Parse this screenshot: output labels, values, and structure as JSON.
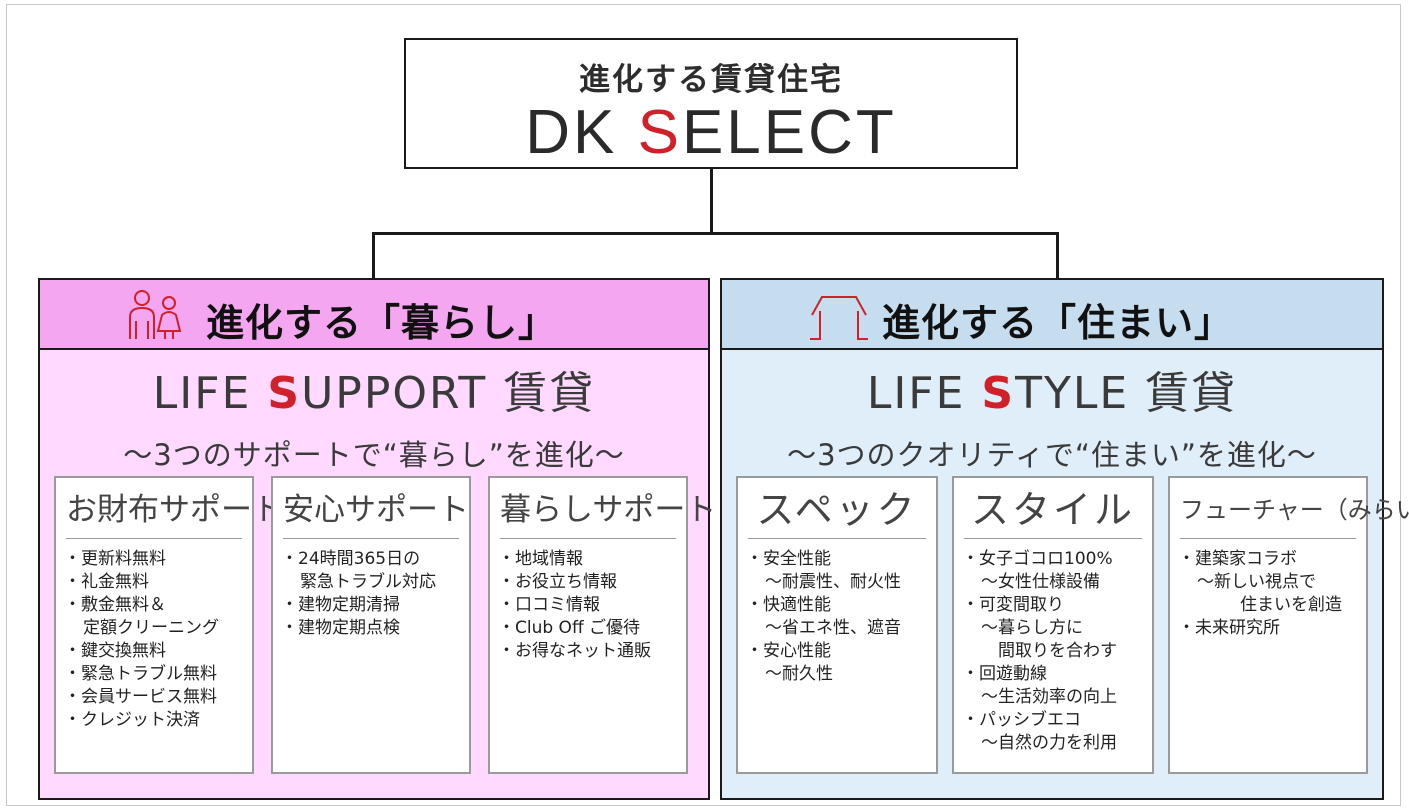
{
  "header": {
    "subtitle": "進化する賃貸住宅",
    "brand_prefix": "DK ",
    "brand_accent": "S",
    "brand_suffix": "ELECT"
  },
  "left_panel": {
    "heading": "進化する「暮らし」",
    "icon": "people-icon",
    "title_prefix": "LIFE ",
    "title_accent": "S",
    "title_suffix": "UPPORT 賃貸",
    "subtitle": "～3つのサポートで“暮らし”を進化～",
    "cards": [
      {
        "title": "お財布サポート",
        "items": [
          "・更新料無料",
          "・礼金無料",
          "・敷金無料＆",
          "定額クリーニング",
          "・鍵交換無料",
          "・緊急トラブル無料",
          "・会員サービス無料",
          "・クレジット決済"
        ]
      },
      {
        "title": "安心サポート",
        "items": [
          "・24時間365日の",
          "緊急トラブル対応",
          "・建物定期清掃",
          "・建物定期点検"
        ]
      },
      {
        "title": "暮らしサポート",
        "items": [
          "・地域情報",
          "・お役立ち情報",
          "・口コミ情報",
          "・Club Off ご優待",
          "・お得なネット通販"
        ]
      }
    ]
  },
  "right_panel": {
    "heading": "進化する「住まい」",
    "icon": "house-icon",
    "title_prefix": "LIFE ",
    "title_accent": "S",
    "title_suffix": "TYLE 賃貸",
    "subtitle": "～3つのクオリティで“住まい”を進化～",
    "cards": [
      {
        "title": "スペック",
        "items": [
          "・安全性能",
          "～耐震性、耐火性",
          "・快適性能",
          "～省エネ性、遮音",
          "・安心性能",
          "～耐久性"
        ]
      },
      {
        "title": "スタイル",
        "items": [
          "・女子ゴコロ100%",
          "～女性仕様設備",
          "・可変間取り",
          "～暮らし方に",
          "間取りを合わす",
          "・回遊動線",
          "～生活効率の向上",
          "・パッシブエコ",
          "～自然の力を利用"
        ]
      },
      {
        "title": "フューチャー（みらい）",
        "items": [
          "・建築家コラボ",
          "～新しい視点で",
          "住まいを創造",
          "・未来研究所"
        ]
      }
    ]
  },
  "colors": {
    "accent": "#d0202a",
    "left_head_bg": "#f4a6f0",
    "left_body_bg": "#ffd9ff",
    "right_head_bg": "#c5ddee",
    "right_body_bg": "#dfeef8"
  }
}
